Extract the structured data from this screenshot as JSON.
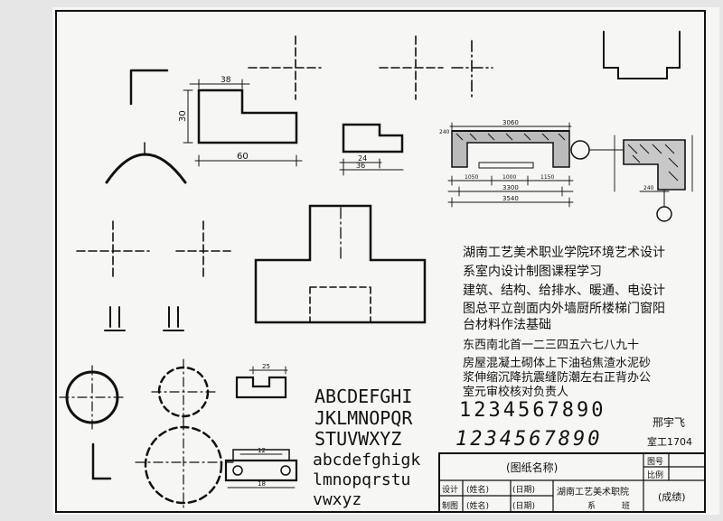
{
  "dims": {
    "top_width": "38",
    "left_height": "30",
    "bottom_width": "60",
    "step_width": "24",
    "base_width": "36",
    "notch_width": "25",
    "slot_width": "12",
    "plate_width": "18"
  },
  "section": {
    "wall_thickness": "240",
    "span_top": "3060",
    "left": "1050",
    "middle": "1000",
    "right": "1150",
    "total_inner": "3300",
    "total": "3540",
    "small_240": "240"
  },
  "text_block": {
    "line1": "湖南工艺美术职业学院环境艺术设计",
    "line2": "系室内设计制图课程学习",
    "line3": "建筑、结构、给排水、暖通、电设计",
    "line4": "图总平立剖面内外墙厨所楼梯门窗阳",
    "line5": "台材料作法基础",
    "line6": "东西南北首一二三四五六七八九十",
    "line7": "房屋混凝土砌体上下油毡焦渣水泥砂",
    "line8": "浆伸缩沉降抗震缝防潮左右正背办公",
    "line9": "室元审校核对负责人"
  },
  "digits": [
    "1234567890",
    "1234567890"
  ],
  "letters": [
    "ABCDEFGHI",
    "JKLMNOPQR",
    "STUVWXYZ",
    "abcdefghigk",
    "lmnopqrstu",
    "vwxyz"
  ],
  "signature": {
    "name": "邢宇飞",
    "class": "室工1704"
  },
  "title_block": {
    "drawing_name": "(图纸名称)",
    "drawing_no": "图号",
    "scale": "比例",
    "design": "设计",
    "drafting": "制图",
    "name1": "(姓名)",
    "name2": "(姓名)",
    "date1": "(日期)",
    "date2": "(日期)",
    "school": "湖南工艺美术职院",
    "dept": "系",
    "class": "班",
    "grade": "(成绩)"
  }
}
